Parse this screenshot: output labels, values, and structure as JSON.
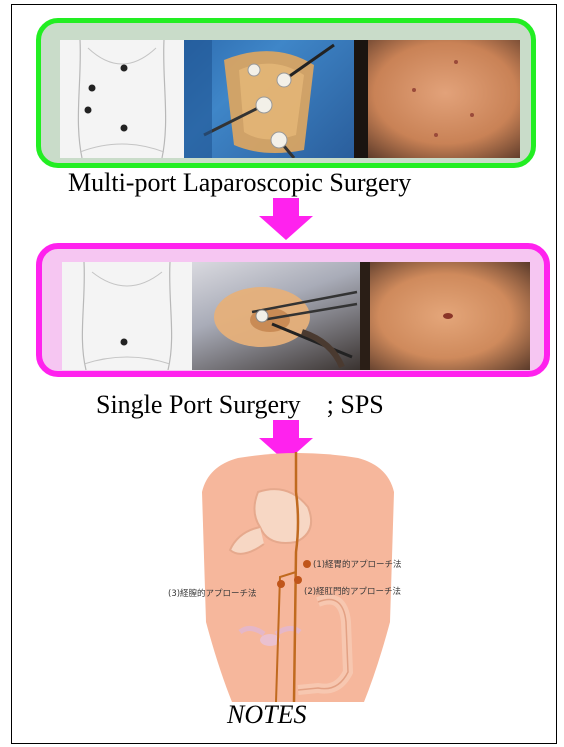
{
  "steps": [
    {
      "caption": "Multi-port Laparoscopic Surgery",
      "border_color": "#22ee22"
    },
    {
      "caption": "Single Port Surgery　; SPS",
      "border_color": "#ff22ee"
    },
    {
      "caption": "NOTES"
    }
  ],
  "notes_labels": {
    "transgastric": "(1)経胃的アプローチ法",
    "transanal": "(2)経肛門的アプローチ法",
    "transvaginal": "(3)経膣的アプローチ法"
  },
  "colors": {
    "arrow": "#ff22ee",
    "green_border": "#22ee22",
    "pink_border": "#ff22ee"
  }
}
